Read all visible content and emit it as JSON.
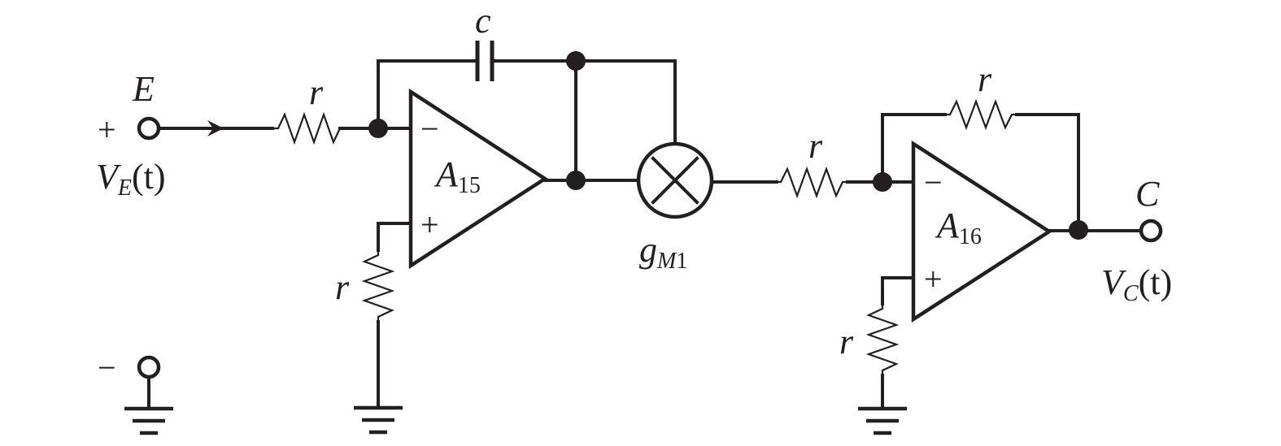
{
  "input": {
    "node_label": "E",
    "plus_sign": "+",
    "minus_sign": "−",
    "voltage_main": "V",
    "voltage_sub": "E",
    "voltage_arg": "(t)"
  },
  "output": {
    "node_label": "C",
    "voltage_main": "V",
    "voltage_sub": "C",
    "voltage_arg": "(t)"
  },
  "amp1": {
    "letter": "A",
    "number": "15",
    "inv": "−",
    "noninv": "+"
  },
  "amp2": {
    "letter": "A",
    "number": "16",
    "inv": "−",
    "noninv": "+"
  },
  "multiplier": {
    "letter": "g",
    "sub_letter": "M",
    "sub_number": "1"
  },
  "capacitor": {
    "label": "c"
  },
  "resistors": {
    "input": "r",
    "ground1": "r",
    "series": "r",
    "feedback": "r",
    "ground2": "r"
  }
}
